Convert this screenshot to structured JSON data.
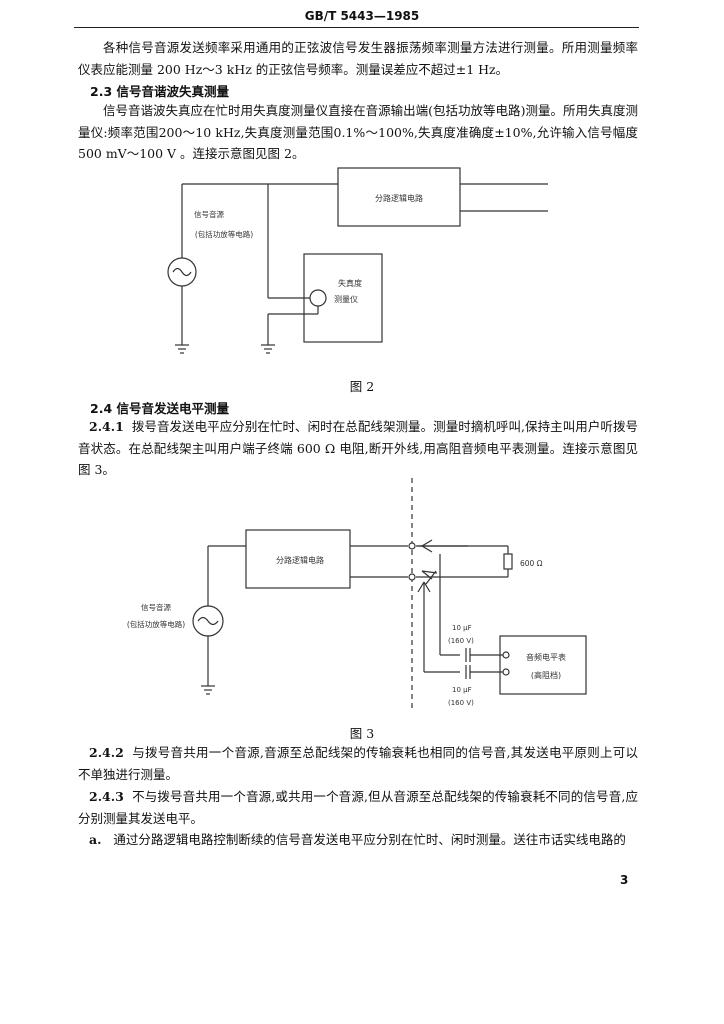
{
  "header": {
    "standard_code": "GB/T  5443—1985"
  },
  "paragraphs": {
    "intro": "各种信号音源发送频率采用通用的正弦波信号发生器振荡频率测量方法进行测量。所用测量频率仪表应能测量 200 Hz～3 kHz 的正弦信号频率。测量误差应不超过±1 Hz。",
    "s2_3_body": "信号音谐波失真应在忙时用失真度测量仪直接在音源输出端(包括功放等电路)测量。所用失真度测量仪:频率范围200～10 kHz,失真度测量范围0.1%～100%,失真度准确度±10%,允许输入信号幅度 500 mV～100 V 。连接示意图见图 2。",
    "s2_4_1_body": "拨号音发送电平应分别在忙时、闲时在总配线架测量。测量时摘机呼叫,保持主叫用户听拨号音状态。在总配线架主叫用户端子终端 600 Ω 电阻,断开外线,用高阻音频电平表测量。连接示意图见图 3。",
    "s2_4_2_body": "与拨号音共用一个音源,音源至总配线架的传输衰耗也相同的信号音,其发送电平原则上可以不单独进行测量。",
    "s2_4_3_body": "不与拨号音共用一个音源,或共用一个音源,但从音源至总配线架的传输衰耗不同的信号音,应分别测量其发送电平。",
    "item_a_body": "通过分路逻辑电路控制断续的信号音发送电平应分别在忙时、闲时测量。送往市话实线电路的"
  },
  "headings": {
    "s2_3": "2.3    信号音谐波失真测量",
    "s2_4": "2.4    信号音发送电平测量",
    "s2_4_1": "2.4.1",
    "s2_4_2": "2.4.2",
    "s2_4_3": "2.4.3",
    "item_a": "a."
  },
  "figure2": {
    "caption": "图 2",
    "box_logic": "分路逻辑电路",
    "source_label_1": "信号音源",
    "source_label_2": "(包括功放等电路)",
    "meter_label_1": "失真度",
    "meter_label_2": "测量仪"
  },
  "figure3": {
    "caption": "图 3",
    "box_logic": "分路逻辑电路",
    "source_label_1": "信号音源",
    "source_label_2": "(包括功放等电路)",
    "resistor_label": "600 Ω",
    "cap_label_1a": "10 μF",
    "cap_label_1b": "(160 V)",
    "cap_label_2a": "10 μF",
    "cap_label_2b": "(160 V)",
    "meter_label_1": "音频电平表",
    "meter_label_2": "(高阻档)"
  },
  "footer": {
    "page_number": "3"
  }
}
